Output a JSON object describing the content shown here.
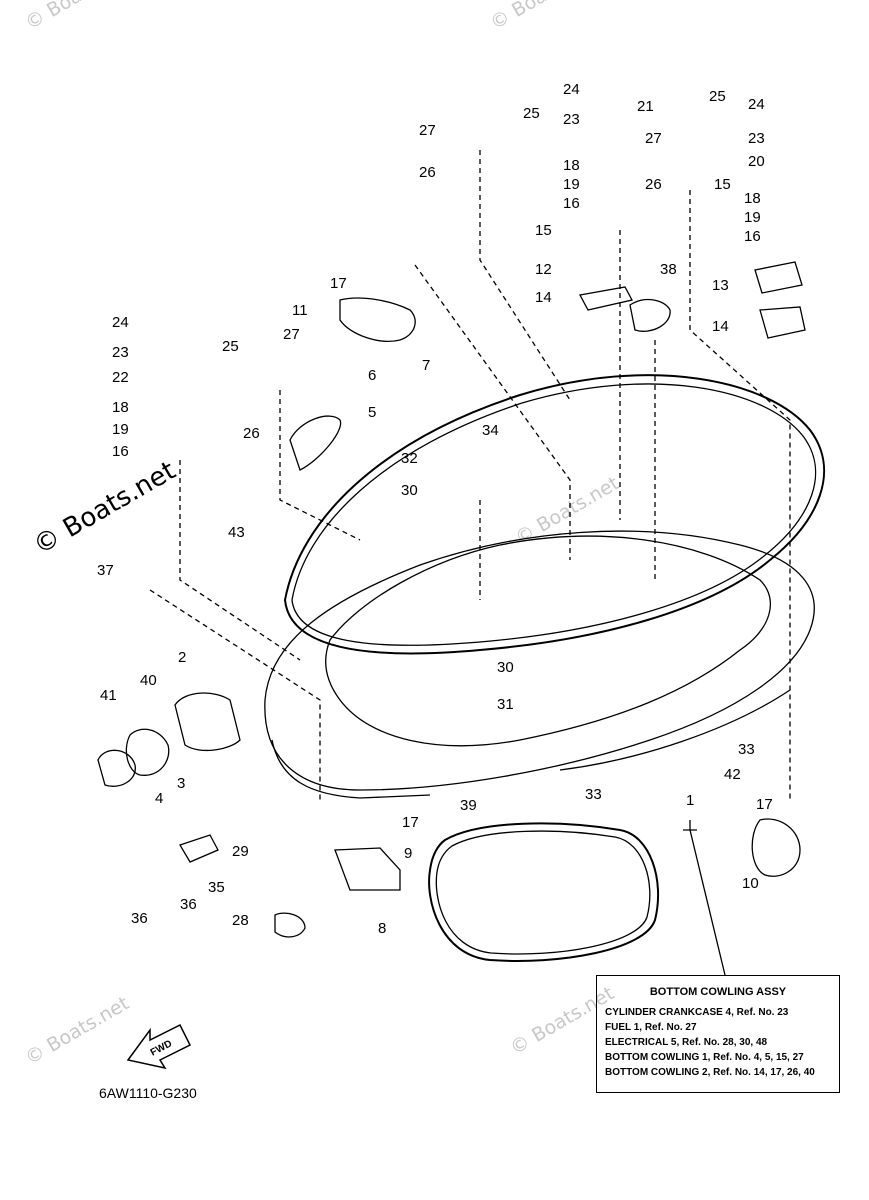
{
  "watermarks": {
    "top_left": "© Boats.net",
    "top_right": "© Boats.net",
    "left_main": "© Boats.net",
    "center": "© Boats.net",
    "bottom_left": "© Boats.net",
    "bottom_right": "© Boats.net"
  },
  "callouts": [
    "1",
    "2",
    "3",
    "4",
    "5",
    "6",
    "7",
    "8",
    "9",
    "10",
    "11",
    "12",
    "13",
    "14",
    "14",
    "15",
    "15",
    "16",
    "16",
    "16",
    "17",
    "17",
    "17",
    "18",
    "18",
    "18",
    "19",
    "19",
    "19",
    "20",
    "21",
    "22",
    "23",
    "23",
    "23",
    "24",
    "24",
    "24",
    "25",
    "25",
    "25",
    "26",
    "26",
    "26",
    "27",
    "27",
    "27",
    "28",
    "29",
    "30",
    "30",
    "31",
    "32",
    "33",
    "33",
    "34",
    "35",
    "36",
    "36",
    "37",
    "38",
    "39",
    "40",
    "41",
    "42",
    "43"
  ],
  "legend": {
    "title": "BOTTOM COWLING ASSY",
    "lines": [
      "CYLINDER CRANKCASE 4,   Ref. No. 23",
      "FUEL 1,   Ref. No. 27",
      "ELECTRICAL 5,   Ref. No. 28, 30, 48",
      "BOTTOM COWLING 1,   Ref. No. 4, 5, 15, 27",
      "BOTTOM COWLING 2,   Ref. No. 14, 17, 26, 40"
    ]
  },
  "fwd_label": "FWD",
  "diagram_code": "6AW1110-G230",
  "colors": {
    "line": "#000000",
    "watermark": "#c8c8c8",
    "background": "#ffffff"
  }
}
